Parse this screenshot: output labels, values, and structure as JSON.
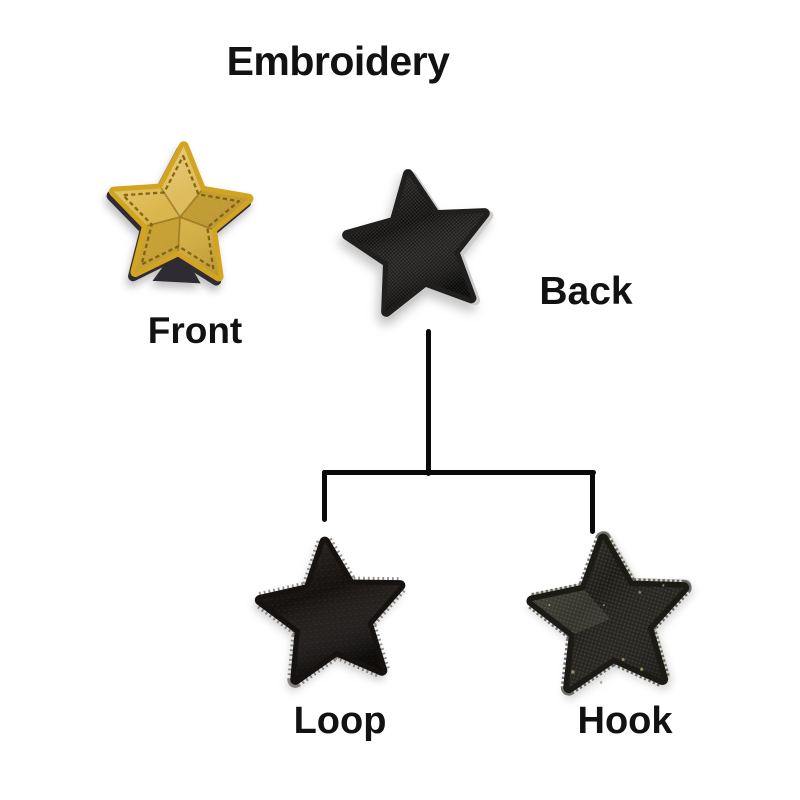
{
  "title": "Embroidery",
  "patches": {
    "front": {
      "label": "Front",
      "style": "gold-embroidered-star"
    },
    "back": {
      "label": "Back",
      "style": "black-twill-backing-star"
    },
    "loop": {
      "label": "Loop",
      "style": "black-loop-fastener-star"
    },
    "hook": {
      "label": "Hook",
      "style": "black-hook-fastener-star"
    }
  },
  "connector": {
    "parent": "Back",
    "children": [
      "Loop",
      "Hook"
    ]
  },
  "colors": {
    "background": "#ffffff",
    "text": "#121212",
    "connector": "#0a0a0a",
    "gold_base": "#d2a420",
    "gold_backing": "#2f2b33",
    "back_patch": "#201f1d",
    "back_backing": "#cccccc",
    "loop_patch": "#151210",
    "hook_patch": "#1b1a15",
    "hook_backing": "#d6d6cd",
    "hook_glint": "#a59c6d"
  }
}
